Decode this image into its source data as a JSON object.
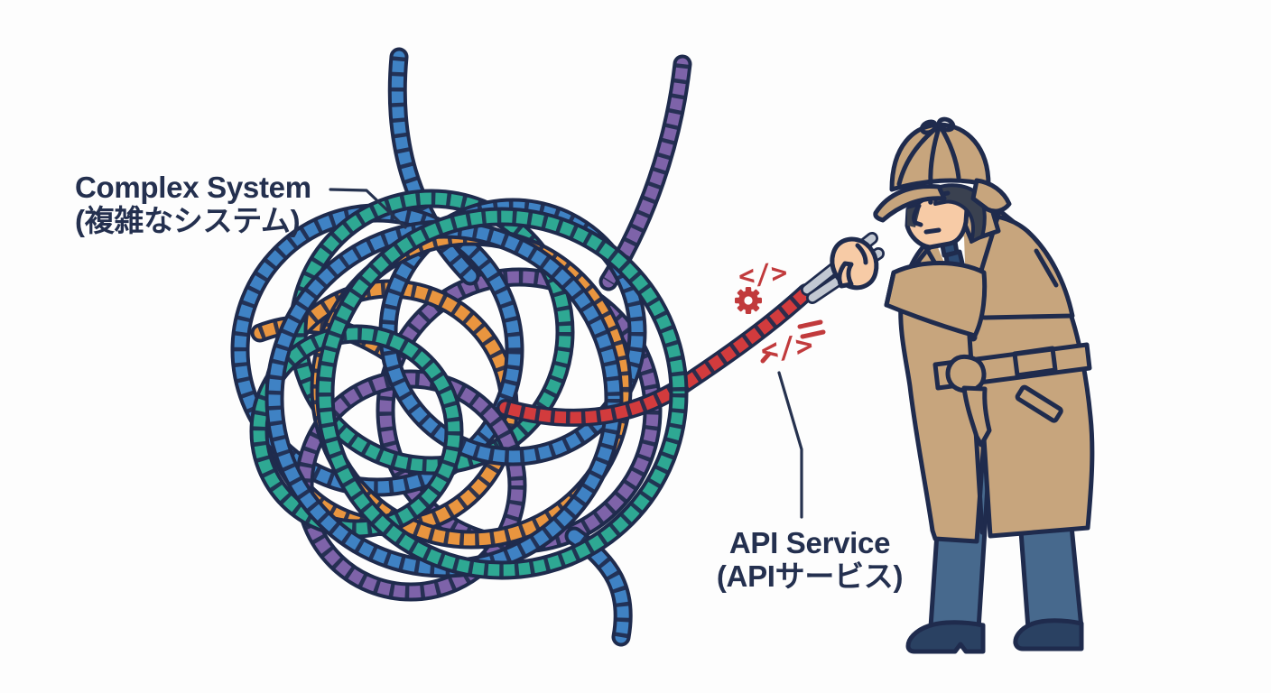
{
  "scene": {
    "background": "#fdfdfd",
    "labels": {
      "complex_system": {
        "en": "Complex System",
        "ja": "(複雑なシステム)"
      },
      "api_service": {
        "en": "API Service",
        "ja": "(APIサービス)"
      }
    },
    "symbols": {
      "code_tag": "</>",
      "equals": "="
    },
    "icon_names": [
      "code-tag-icon",
      "gear-icon",
      "equals-icon",
      "code-tag-icon"
    ],
    "colors": {
      "outline": "#1f2b4d",
      "rope_blue": "#3f82c4",
      "rope_teal": "#2ea893",
      "rope_purple": "#7e63a9",
      "rope_orange": "#e9953f",
      "rope_red": "#d23b3d",
      "accent_red": "#c13a3c",
      "coat_tan": "#c7a57d",
      "skin": "#f7cba6",
      "hair": "#3a4150",
      "tie": "#2c4a73",
      "trousers": "#47698d",
      "shoes": "#2a4162",
      "metal": "#c2c8d2",
      "label_text": "#24304f"
    }
  }
}
